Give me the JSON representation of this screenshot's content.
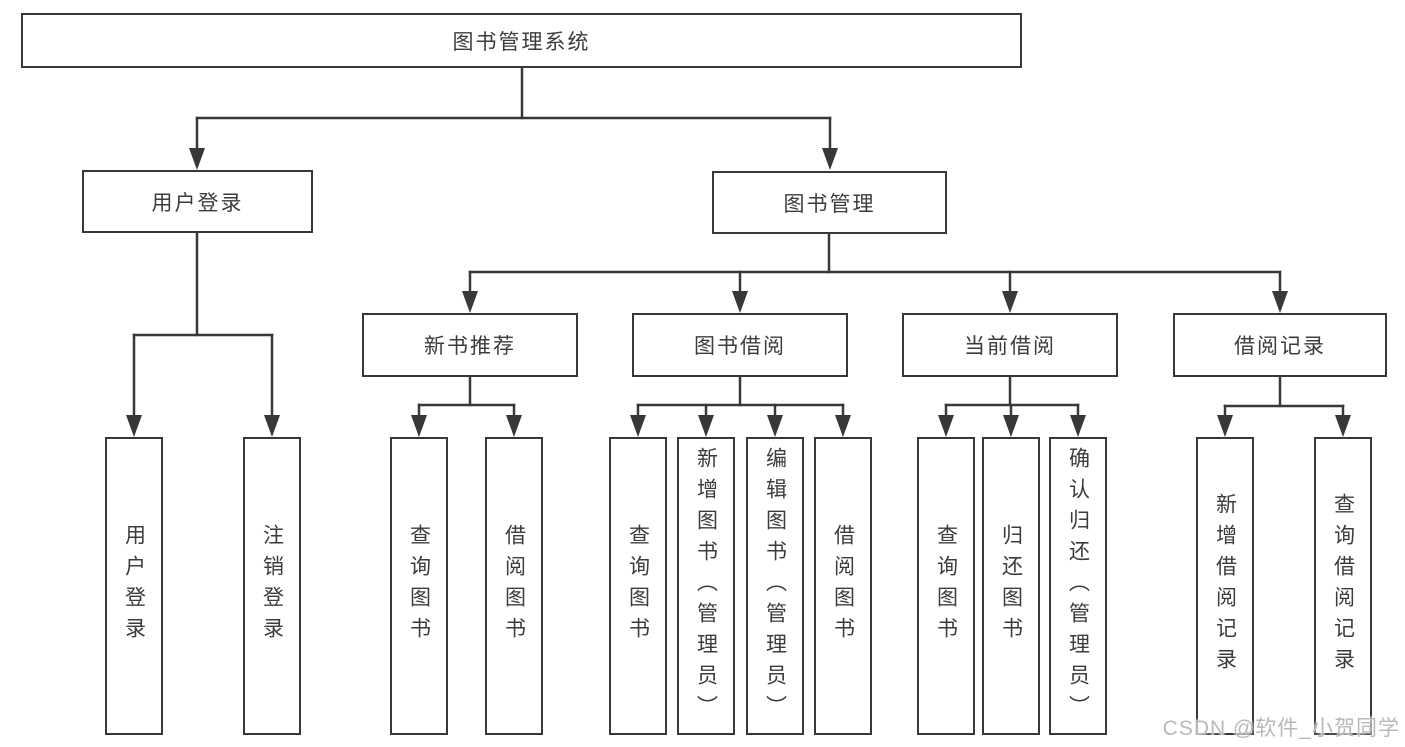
{
  "diagram": {
    "root": {
      "label": "图书管理系统"
    },
    "branches": [
      {
        "label": "用户登录",
        "children": [
          {
            "label": "用户登录"
          },
          {
            "label": "注销登录"
          }
        ]
      },
      {
        "label": "图书管理",
        "children": [
          {
            "label": "新书推荐",
            "children": [
              {
                "label": "查询图书"
              },
              {
                "label": "借阅图书"
              }
            ]
          },
          {
            "label": "图书借阅",
            "children": [
              {
                "label": "查询图书"
              },
              {
                "label": "新增图书（管理员）"
              },
              {
                "label": "编辑图书（管理员）"
              },
              {
                "label": "借阅图书"
              }
            ]
          },
          {
            "label": "当前借阅",
            "children": [
              {
                "label": "查询图书"
              },
              {
                "label": "归还图书"
              },
              {
                "label": "确认归还（管理员）"
              }
            ]
          },
          {
            "label": "借阅记录",
            "children": [
              {
                "label": "新增借阅记录"
              },
              {
                "label": "查询借阅记录"
              }
            ]
          }
        ]
      }
    ]
  },
  "watermark": {
    "text": "CSDN @软件_小贺同学"
  },
  "colors": {
    "line": "#383838",
    "box_border": "#383838",
    "text": "#3c3c3c",
    "watermark": "#b9b9b9",
    "background": "#ffffff"
  }
}
